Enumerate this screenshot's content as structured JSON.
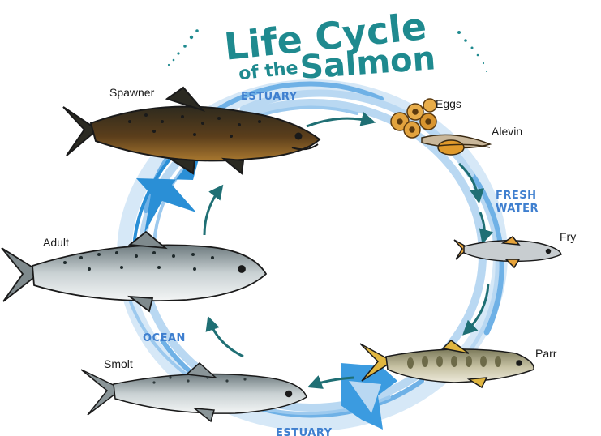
{
  "title": {
    "line1": "Life Cycle",
    "line2_small": "of the",
    "line2_big": "Salmon"
  },
  "stages": {
    "eggs": "Eggs",
    "alevin": "Alevin",
    "fry": "Fry",
    "parr": "Parr",
    "smolt": "Smolt",
    "adult": "Adult",
    "spawner": "Spawner"
  },
  "waters": {
    "estuary_top": "ESTUARY",
    "fresh_water_1": "FRESH",
    "fresh_water_2": "WATER",
    "ocean": "OCEAN",
    "estuary_bottom": "ESTUARY"
  },
  "colors": {
    "title": "#1f8a8f",
    "water_label": "#3f7fcf",
    "swirl_light": "#b9d8f2",
    "swirl_mid": "#6fb1e6",
    "swirl_dark": "#2a8fd6",
    "arrow": "#1f6f74"
  }
}
